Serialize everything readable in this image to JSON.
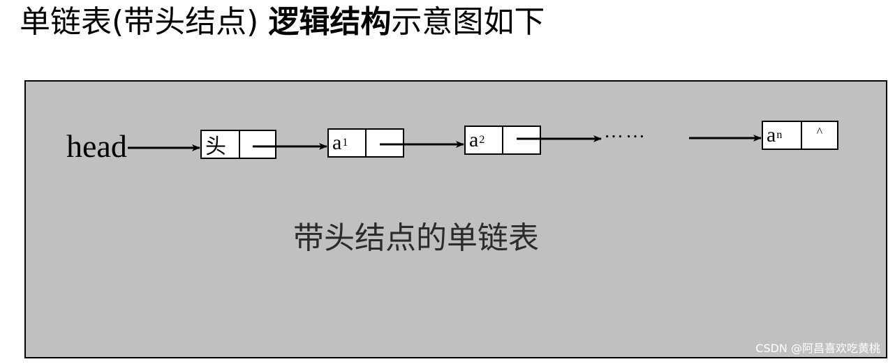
{
  "title": {
    "part1": "单链表(带头结点) ",
    "part2": "逻辑结构",
    "part3": "示意图如下"
  },
  "diagram": {
    "head_label": "head",
    "nodes": [
      {
        "data": "头",
        "sub": "",
        "pointer": ""
      },
      {
        "data": "a",
        "sub": "1",
        "pointer": ""
      },
      {
        "data": "a",
        "sub": "2",
        "pointer": ""
      },
      {
        "data": "a",
        "sub": "n",
        "pointer": "^"
      }
    ],
    "ellipsis": "……",
    "caption": "带头结点的单链表"
  },
  "watermark": "CSDN @阿昌喜欢吃黄桃",
  "colors": {
    "panel": "#c0c0c0",
    "border": "#000000",
    "node_fill": "#ffffff"
  }
}
